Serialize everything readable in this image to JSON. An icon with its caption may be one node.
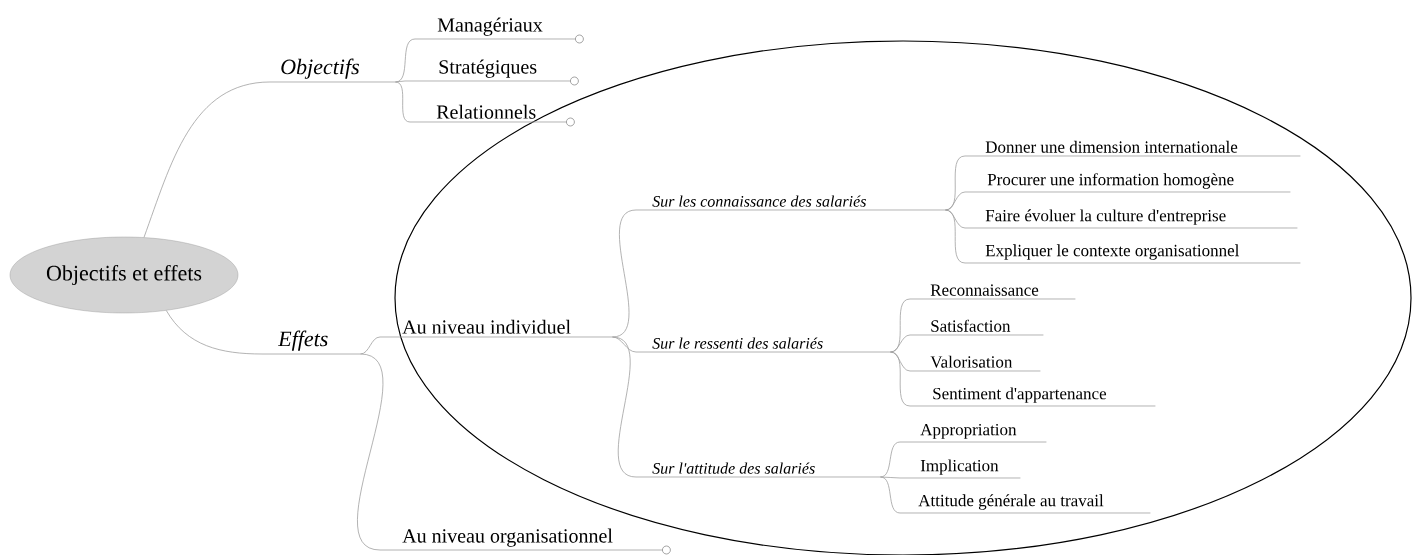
{
  "diagram": {
    "nodes": [
      {
        "text": [
          "Objectifs et effets"
        ]
      },
      {
        "text": [
          "Objectifs"
        ]
      },
      {
        "text": [
          "Managériaux"
        ]
      },
      {
        "text": [
          "Stratégiques"
        ]
      },
      {
        "text": [
          "Relationnels"
        ]
      },
      {
        "text": [
          "Effets"
        ]
      },
      {
        "text": [
          "Au niveau individuel"
        ]
      },
      {
        "text": [
          "Au niveau organisationnel"
        ]
      },
      {
        "text": [
          "Sur les connaissance des salariés"
        ]
      },
      {
        "text": [
          "Donner une dimension internationale"
        ]
      },
      {
        "text": [
          "Procurer une information homogène"
        ]
      },
      {
        "text": [
          "Faire évoluer la culture d'entreprise"
        ]
      },
      {
        "text": [
          "Expliquer le contexte organisationnel"
        ]
      },
      {
        "text": [
          "Sur le ressenti des salariés"
        ]
      },
      {
        "text": [
          "Reconnaissance"
        ]
      },
      {
        "text": [
          "Satisfaction"
        ]
      },
      {
        "text": [
          "Valorisation"
        ]
      },
      {
        "text": [
          "Sentiment d'appartenance"
        ]
      },
      {
        "text": [
          "Sur l'attitude des salariés"
        ]
      },
      {
        "text": [
          "Appropriation"
        ]
      },
      {
        "text": [
          "Implication"
        ]
      },
      {
        "text": [
          "Attitude générale au travail"
        ]
      }
    ],
    "edges": [
      {
        "from": 0,
        "to": 1,
        "arrow": "none"
      },
      {
        "from": 1,
        "to": 2,
        "arrow": "none"
      },
      {
        "from": 1,
        "to": 3,
        "arrow": "none"
      },
      {
        "from": 1,
        "to": 4,
        "arrow": "none"
      },
      {
        "from": 0,
        "to": 5,
        "arrow": "none"
      },
      {
        "from": 5,
        "to": 6,
        "arrow": "none"
      },
      {
        "from": 5,
        "to": 7,
        "arrow": "none"
      },
      {
        "from": 6,
        "to": 8,
        "arrow": "none"
      },
      {
        "from": 8,
        "to": 9,
        "arrow": "none"
      },
      {
        "from": 8,
        "to": 10,
        "arrow": "none"
      },
      {
        "from": 8,
        "to": 11,
        "arrow": "none"
      },
      {
        "from": 8,
        "to": 12,
        "arrow": "none"
      },
      {
        "from": 6,
        "to": 13,
        "arrow": "none"
      },
      {
        "from": 13,
        "to": 14,
        "arrow": "none"
      },
      {
        "from": 13,
        "to": 15,
        "arrow": "none"
      },
      {
        "from": 13,
        "to": 16,
        "arrow": "none"
      },
      {
        "from": 13,
        "to": 17,
        "arrow": "none"
      },
      {
        "from": 6,
        "to": 18,
        "arrow": "none"
      },
      {
        "from": 18,
        "to": 19,
        "arrow": "none"
      },
      {
        "from": 18,
        "to": 20,
        "arrow": "none"
      },
      {
        "from": 18,
        "to": 21,
        "arrow": "none"
      }
    ]
  }
}
